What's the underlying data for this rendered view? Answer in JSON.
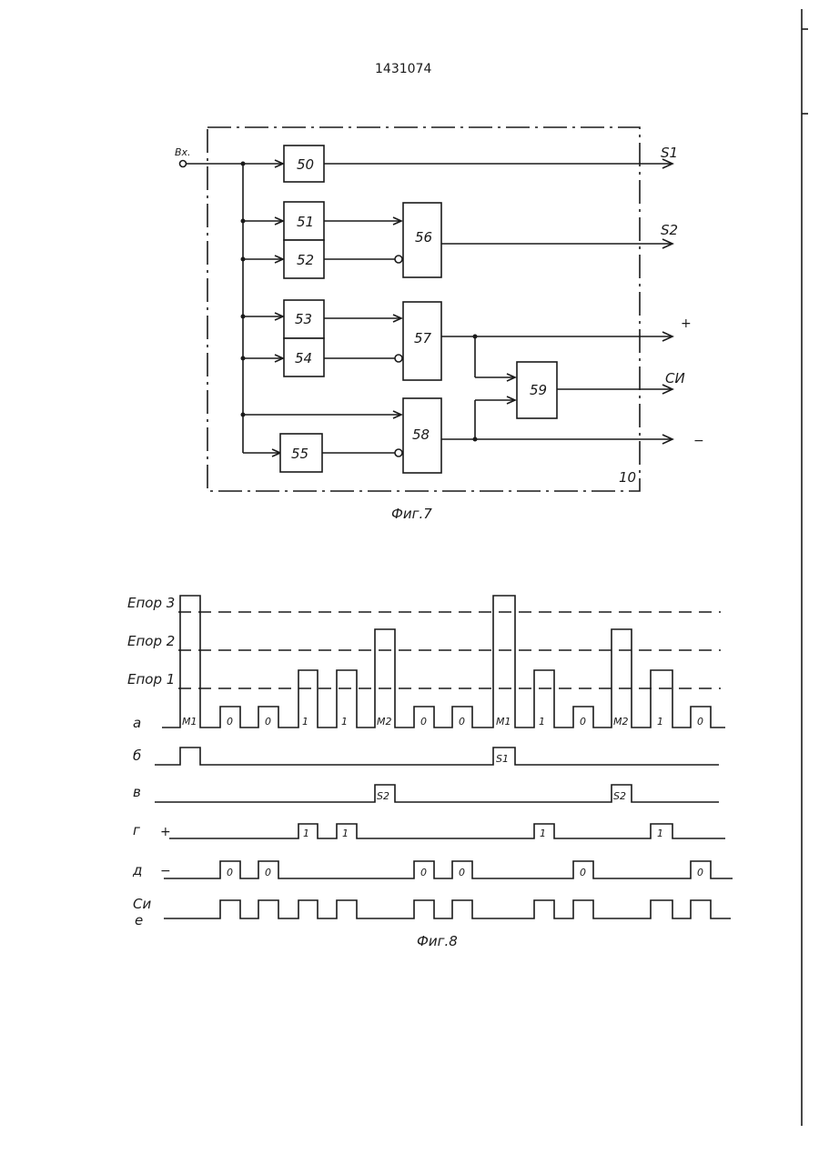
{
  "patent_number": "1431074",
  "fig7": {
    "caption": "Фиг.7",
    "input_label": "Вх.",
    "frame_label": "10",
    "blocks": [
      {
        "id": "b50",
        "label": "50"
      },
      {
        "id": "b51",
        "label": "51"
      },
      {
        "id": "b52",
        "label": "52"
      },
      {
        "id": "b53",
        "label": "53"
      },
      {
        "id": "b54",
        "label": "54"
      },
      {
        "id": "b55",
        "label": "55"
      },
      {
        "id": "b56",
        "label": "56"
      },
      {
        "id": "b57",
        "label": "57"
      },
      {
        "id": "b58",
        "label": "58"
      },
      {
        "id": "b59",
        "label": "59"
      }
    ],
    "outputs": {
      "s1": "S1",
      "s2": "S2",
      "plus": "+",
      "cm": "CИ",
      "minus": "−"
    }
  },
  "fig8": {
    "caption": "Фиг.8",
    "thresholds": [
      "Eпор 3",
      "Eпор 2",
      "Eпор 1"
    ],
    "rows": {
      "a": "а",
      "b": "б",
      "v": "в",
      "g": "г",
      "d": "д",
      "ci1": "Cи",
      "ci2": "е"
    },
    "signs": {
      "plus": "+",
      "minus": "−"
    },
    "pulse_labels_a": [
      "M1",
      "0",
      "0",
      "1",
      "1",
      "M2",
      "0",
      "0",
      "M1",
      "1",
      "0",
      "M2",
      "1",
      "0"
    ],
    "b_label": "S1",
    "v_labels": [
      "S2",
      "S2"
    ],
    "g_labels": [
      "1",
      "1",
      "1",
      "1"
    ],
    "d_labels": [
      "0",
      "0",
      "0",
      "0",
      "0",
      "0"
    ]
  }
}
